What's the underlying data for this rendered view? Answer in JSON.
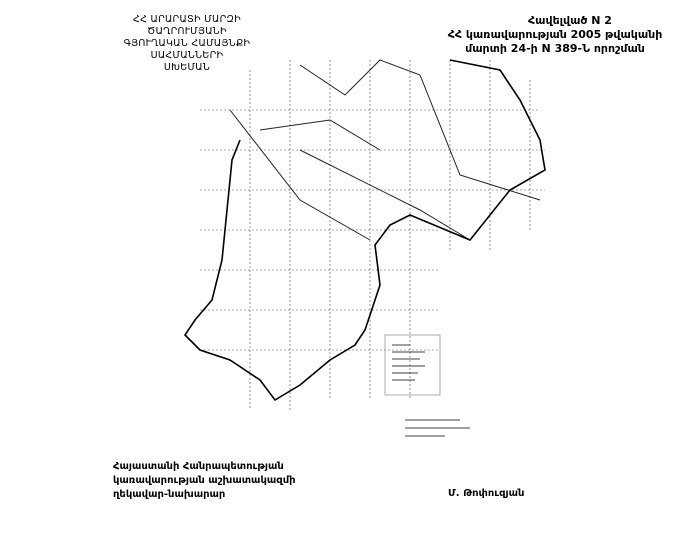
{
  "header_left": {
    "line1": "ՀՀ ԱՐԱՐԱՏԻ ՄԱՐԶԻ ԾԱՂՐՈՒՄՅԱՆԻ",
    "line2": "ԳՅՈՒՂԱԿԱՆ ՀԱՄԱՅՆՔԻ ՍԱՀՄԱՆՆԵՐԻ",
    "line3": "ՍԽԵՄԱՆ"
  },
  "header_right": {
    "line1": "Հավելված N 2",
    "line2": "ՀՀ կառավարության 2005 թվականի",
    "line3": "մարտի 24-ի N 389-Ն որոշման"
  },
  "signature": {
    "title_line1": "Հայաստանի Հանրապետության",
    "title_line2": "կառավարության աշխատակազմի",
    "title_line3": "ղեկավար-նախարար",
    "name": "Մ. Թոփուզյան"
  }
}
